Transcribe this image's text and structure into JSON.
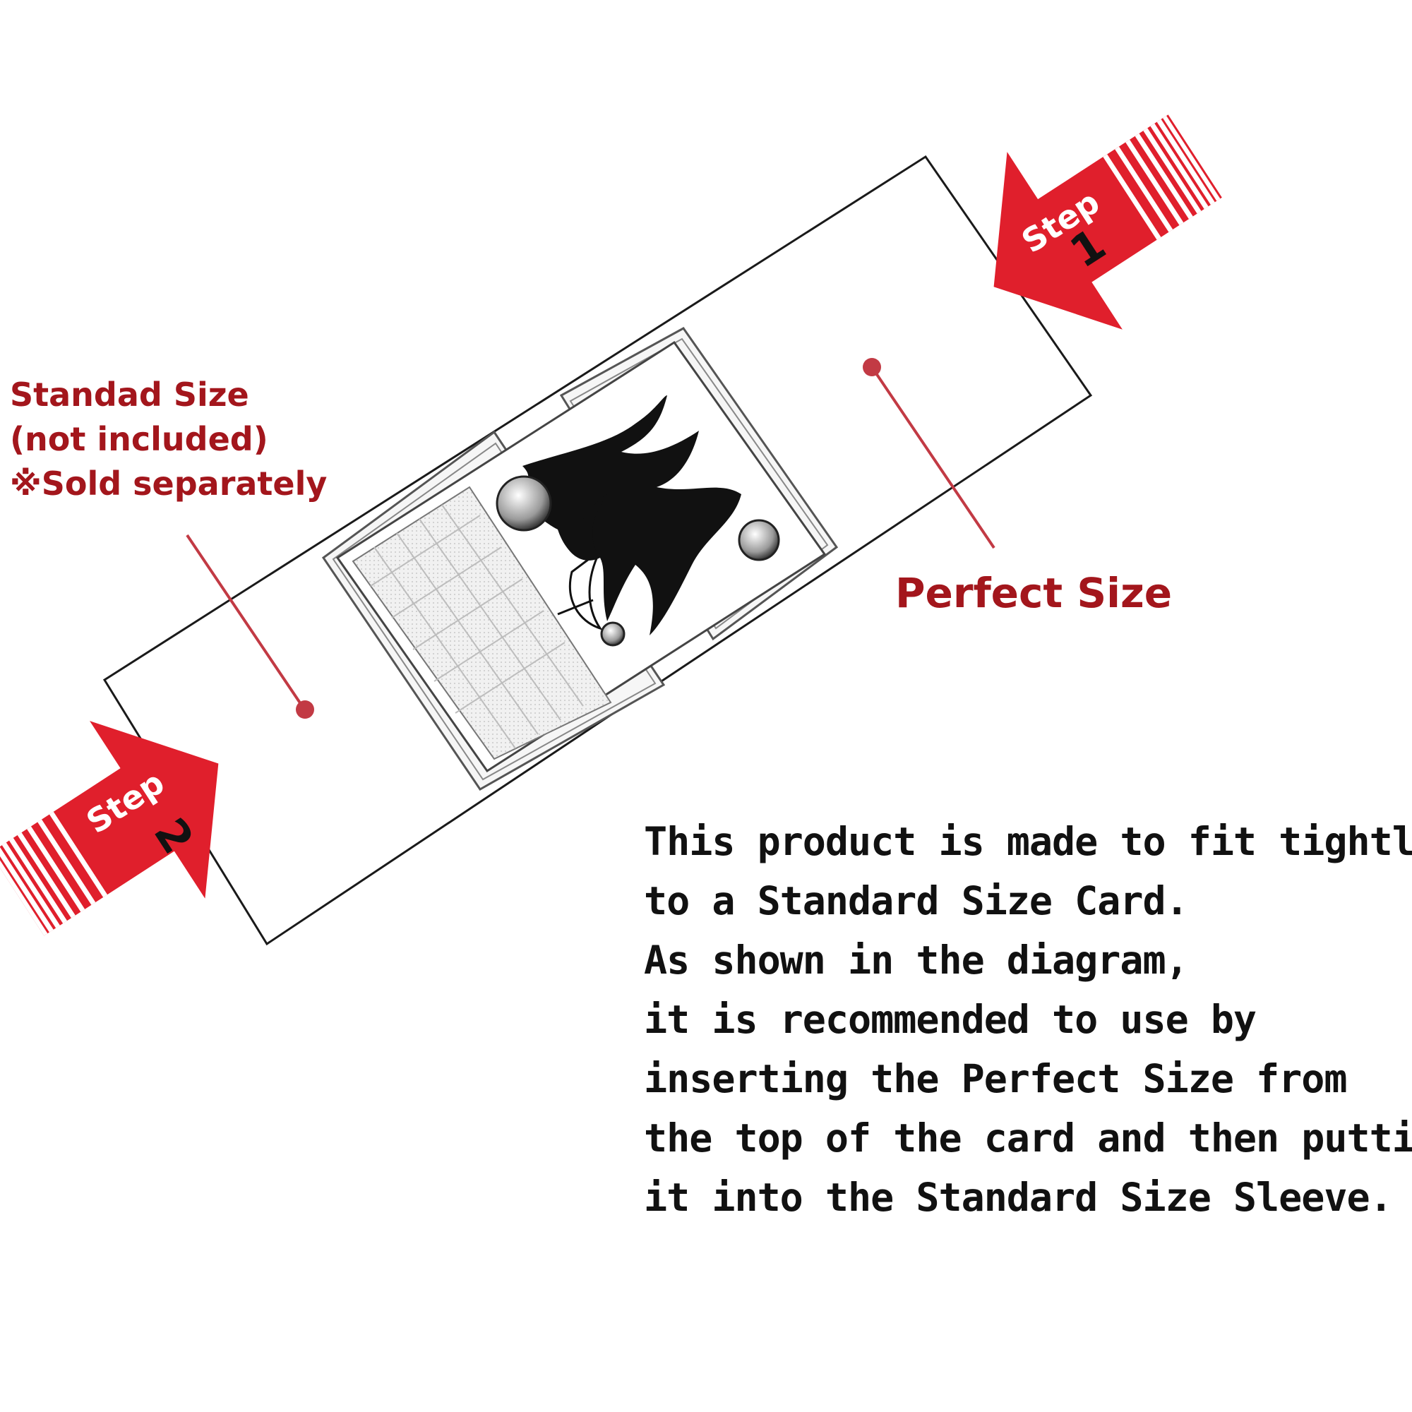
{
  "labels": {
    "standard_size": [
      "Standad Size",
      "(not included)",
      "※Sold separately"
    ],
    "perfect_size": "Perfect Size"
  },
  "steps": [
    {
      "word": "Step",
      "number": "1"
    },
    {
      "word": "Step",
      "number": "2"
    }
  ],
  "description": [
    "This product is made to fit tightly",
    "to a Standard Size Card.",
    "As shown in the diagram,",
    "it is recommended to use by",
    "inserting the Perfect Size from",
    "the top of the card and then putting",
    "it into the Standard Size Sleeve."
  ],
  "colors": {
    "label_red": "#a3161c",
    "arrow_red": "#e01f2c",
    "outline": "#1a1a1a",
    "text": "#111111"
  },
  "icons": {
    "card_art": "dragon-silhouette-icon",
    "arrow_step1": "arrow-icon",
    "arrow_step2": "arrow-icon"
  }
}
